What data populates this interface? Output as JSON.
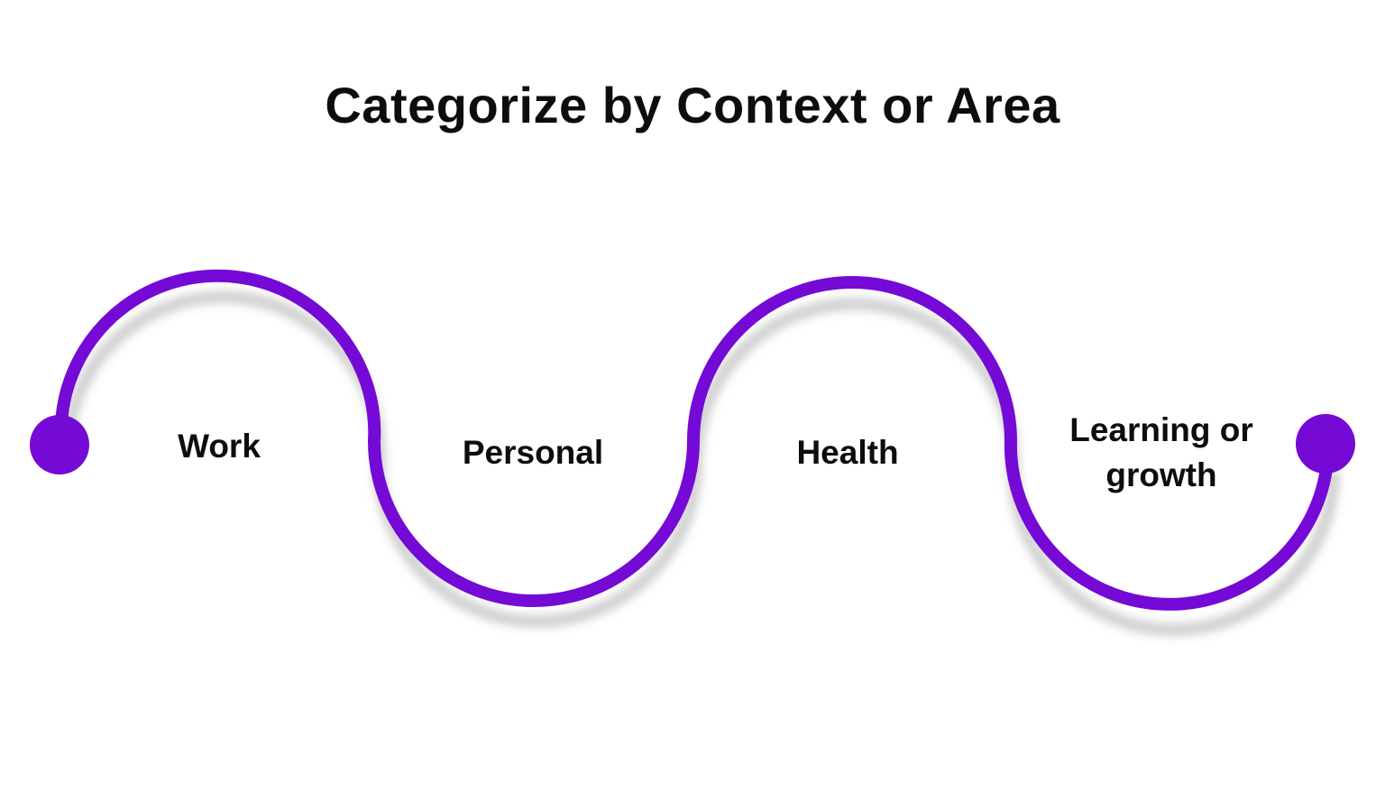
{
  "title": "Categorize by Context or Area",
  "colors": {
    "accent": "#7509d6",
    "shadow": "#c8c8c8",
    "text": "#0d0d0d",
    "background": "#ffffff"
  },
  "categories": [
    {
      "label": "Work"
    },
    {
      "label": "Personal"
    },
    {
      "label": "Health"
    },
    {
      "label_line1": "Learning or",
      "label_line2": "growth"
    }
  ]
}
